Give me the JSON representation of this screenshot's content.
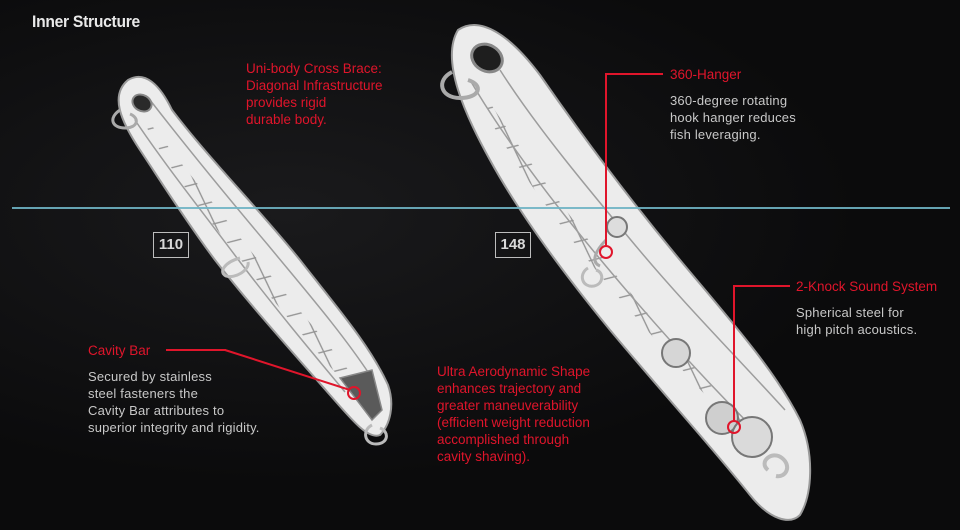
{
  "header": {
    "title": "Inner Structure"
  },
  "sizes": {
    "small": "110",
    "large": "148"
  },
  "callouts": {
    "cross_brace": {
      "title": "Uni-body Cross Brace:",
      "lines": [
        "Diagonal Infrastructure",
        "provides rigid",
        "durable body."
      ]
    },
    "hanger": {
      "title": "360-Hanger",
      "lines": [
        "360-degree rotating",
        "hook hanger reduces",
        "fish leveraging."
      ]
    },
    "sound": {
      "title": "2-Knock Sound System",
      "lines": [
        "Spherical steel for",
        "high pitch acoustics."
      ]
    },
    "cavity": {
      "title": "Cavity Bar",
      "lines": [
        "Secured by stainless",
        "steel fasteners the",
        "Cavity Bar attributes to",
        "superior integrity and rigidity."
      ]
    },
    "aero": {
      "lines": [
        "Ultra Aerodynamic Shape",
        "enhances trajectory and",
        "greater maneuverability",
        "(efficient weight reduction",
        "accomplished through",
        "cavity shaving)."
      ]
    }
  },
  "colors": {
    "accent": "#e0152b",
    "divider": "#6fb4c4",
    "background": "#0b0b0c"
  }
}
